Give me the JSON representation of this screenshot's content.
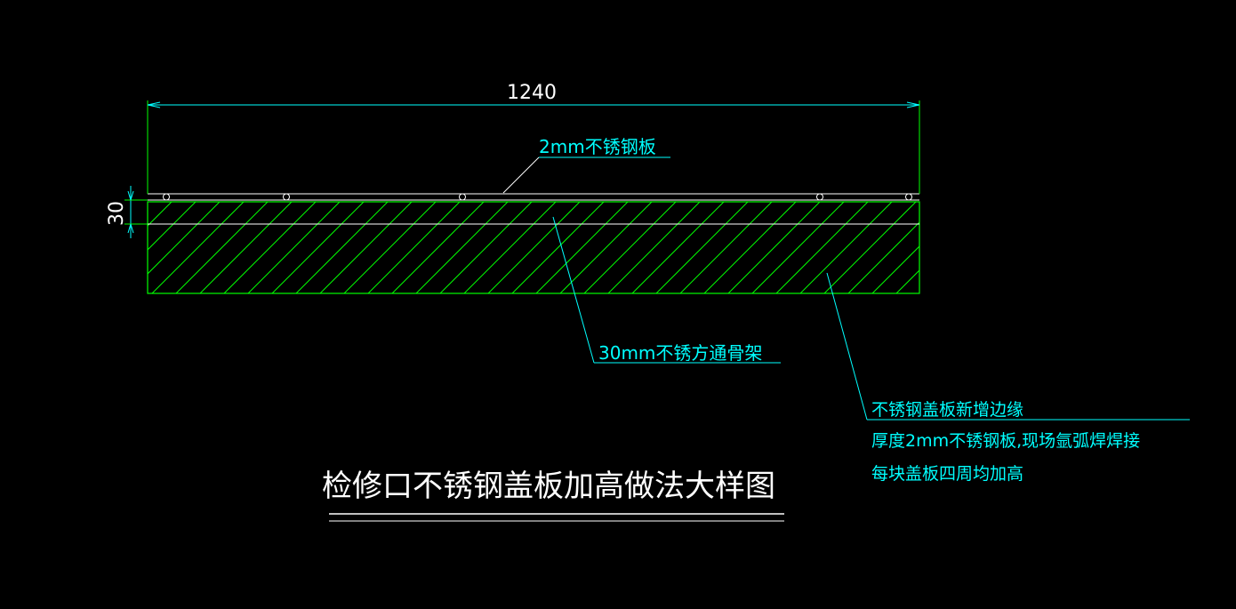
{
  "drawing": {
    "title": "检修口不锈钢盖板加高做法大样图",
    "dimensions": {
      "width": "1240",
      "height": "30"
    },
    "labels": {
      "plate": "2mm不锈钢板",
      "frame": "30mm不锈方通骨架",
      "edge_line1": "不锈钢盖板新增边缘",
      "edge_line2": "厚度2mm不锈钢板,现场氩弧焊焊接",
      "edge_line3": "每块盖板四周均加高"
    },
    "colors": {
      "background": "#000000",
      "outline": "#00ff00",
      "hatch": "#00ff00",
      "plate": "#ffffff",
      "dimension": "#00ffff",
      "leader": "#00ffff",
      "label_text": "#00ffff",
      "title_text": "#ffffff"
    }
  }
}
